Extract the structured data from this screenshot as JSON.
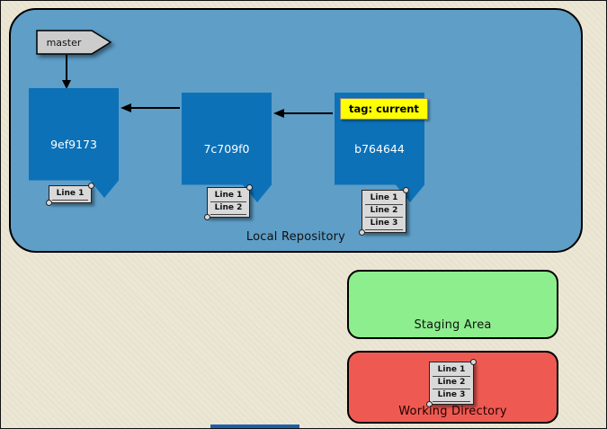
{
  "colors": {
    "background": "#ece6d4",
    "repo_fill": "#5e9ec7",
    "commit_fill": "#0d71b8",
    "staging_fill": "#8dee8d",
    "working_fill": "#ee5a52",
    "tag_fill": "#ffff00",
    "flag_fill": "#cccccc",
    "scroll_fill": "#d9d9d9"
  },
  "repo": {
    "label": "Local Repository",
    "flag_label": "master",
    "tag_label": "tag: current",
    "commits": [
      {
        "id": "9ef9173",
        "lines": [
          "Line 1"
        ]
      },
      {
        "id": "7c709f0",
        "lines": [
          "Line 1",
          "Line 2"
        ]
      },
      {
        "id": "b764644",
        "lines": [
          "Line 1",
          "Line 2",
          "Line 3"
        ]
      }
    ]
  },
  "staging": {
    "label": "Staging Area"
  },
  "working": {
    "label": "Working Directory",
    "scroll_lines": [
      "Line 1",
      "Line 2",
      "Line 3"
    ]
  }
}
